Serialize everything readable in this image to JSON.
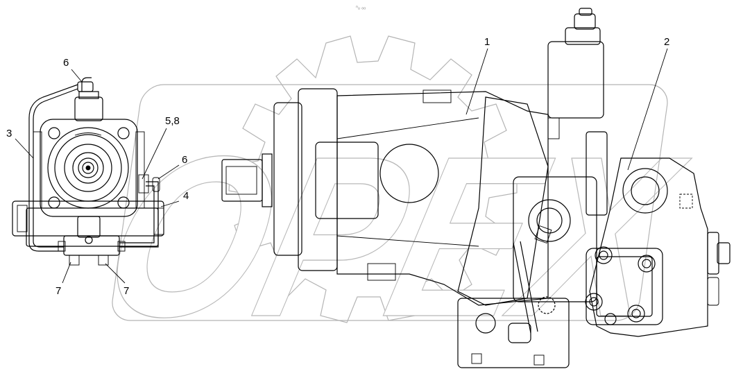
{
  "watermark": {
    "text": "OPEX"
  },
  "top_mark": "ⁿᵤ ₒₒ",
  "callouts": [
    {
      "id": "1",
      "text": "1"
    },
    {
      "id": "2",
      "text": "2"
    },
    {
      "id": "3",
      "text": "3"
    },
    {
      "id": "4",
      "text": "4"
    },
    {
      "id": "5-8",
      "text": "5,8"
    },
    {
      "id": "6-top",
      "text": "6"
    },
    {
      "id": "6-right",
      "text": "6"
    },
    {
      "id": "7-left",
      "text": "7"
    },
    {
      "id": "7-right",
      "text": "7"
    }
  ]
}
